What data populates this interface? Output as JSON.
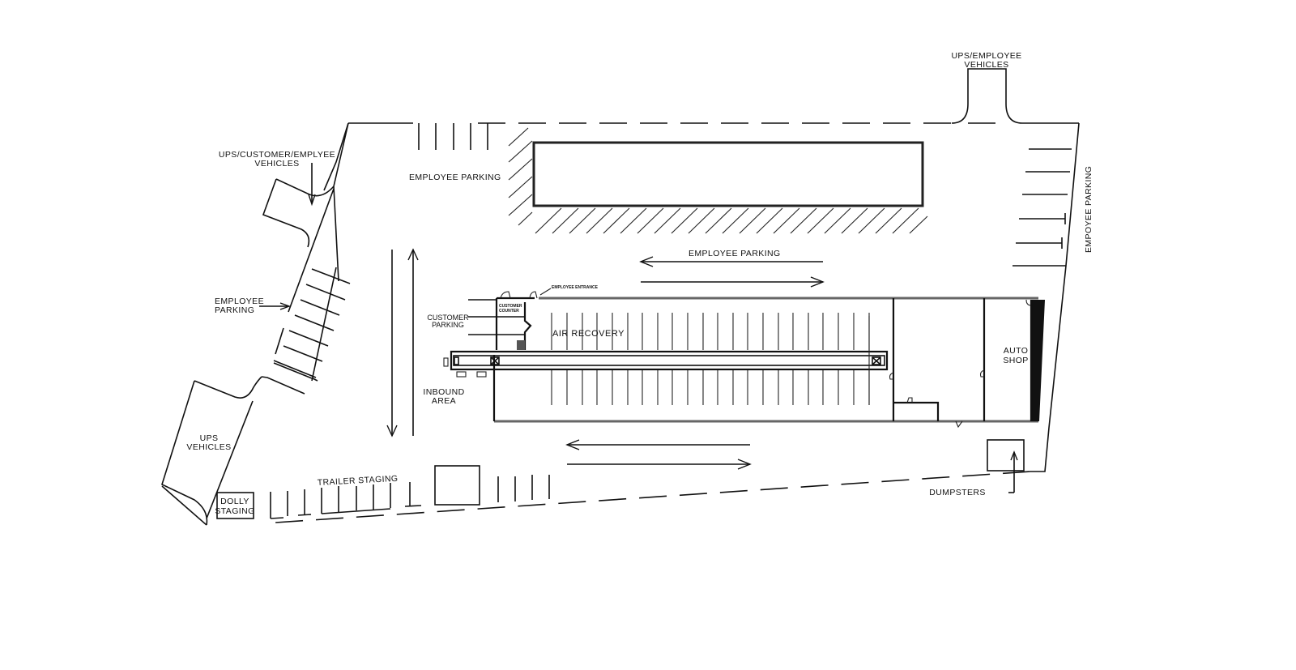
{
  "diagram": {
    "type": "site-plan",
    "labels": {
      "ups_employee_vehicles_top": [
        "UPS/EMPLOYEE",
        "VEHICLES"
      ],
      "ups_customer_employee_vehicles": [
        "UPS/CUSTOMER/EMPLYEE",
        "VEHICLES"
      ],
      "employee_parking_top": "EMPLOYEE PARKING",
      "employee_parking_right": "EMPOYEE PARKING",
      "employee_parking_center": "EMPLOYEE PARKING",
      "employee_parking_left": [
        "EMPLOYEE",
        "PARKING"
      ],
      "employee_entrance": "EMPLOYEE ENTRANCE",
      "customer_counter": [
        "CUSTOMER",
        "COUNTER"
      ],
      "customer_parking": [
        "CUSTOMER",
        "PARKING"
      ],
      "air_recovery": "AIR RECOVERY",
      "auto_shop": [
        "AUTO",
        "SHOP"
      ],
      "inbound_area": [
        "INBOUND",
        "AREA"
      ],
      "ups_vehicles": [
        "UPS",
        "VEHICLES"
      ],
      "trailer_staging": "TRAILER STAGING",
      "dolly_staging": [
        "DOLLY",
        "STAGING"
      ],
      "dumpsters": "DUMPSTERS"
    },
    "line_color": "#111111",
    "fill_color": "#ffffff",
    "background": "#ffffff"
  }
}
